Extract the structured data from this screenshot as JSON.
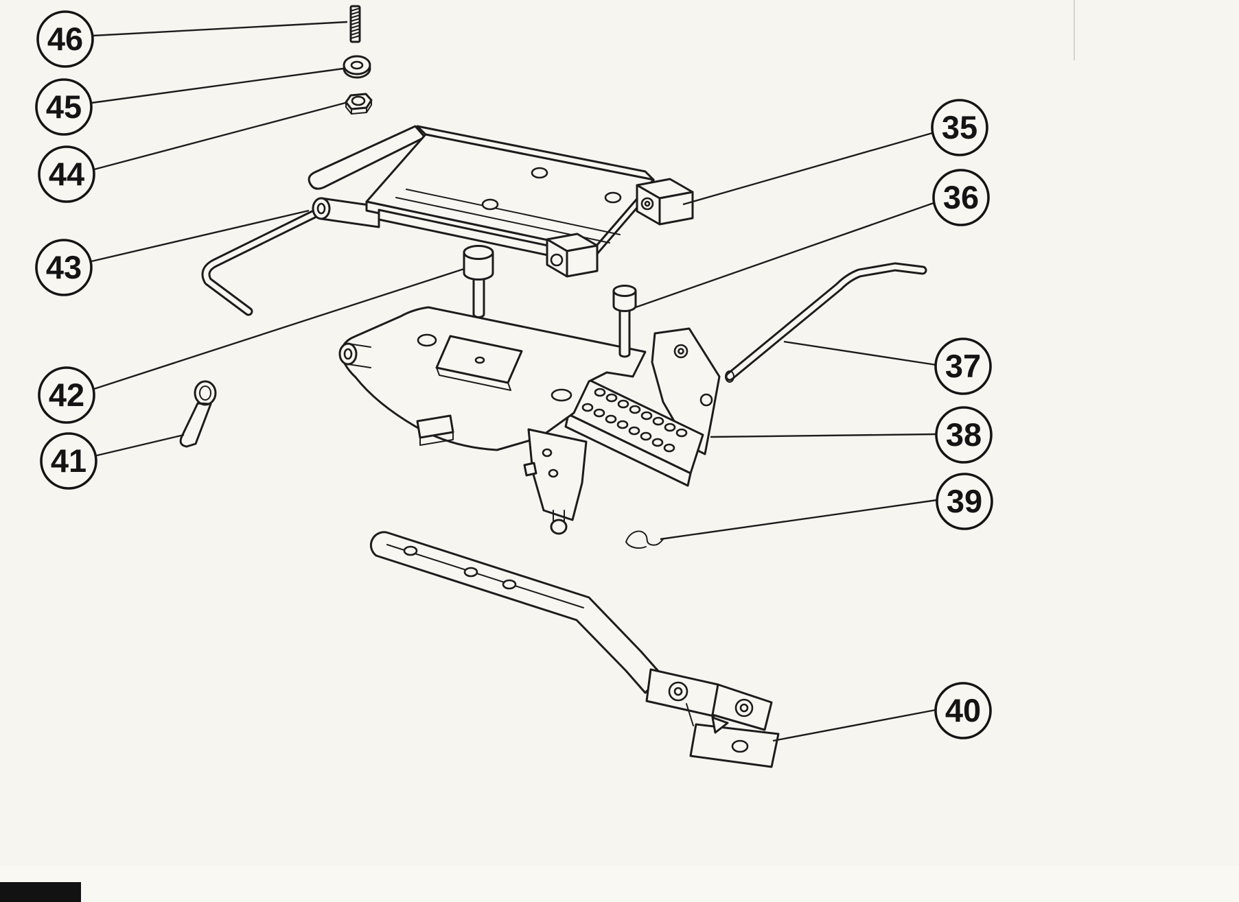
{
  "figure": {
    "background_color": "#f7f5f0",
    "line_color": "#1c1c1c",
    "callout_fill": "#f8f6f1"
  },
  "callouts": [
    {
      "label": "35"
    },
    {
      "label": "36"
    },
    {
      "label": "37"
    },
    {
      "label": "38"
    },
    {
      "label": "39"
    },
    {
      "label": "40"
    },
    {
      "label": "41"
    },
    {
      "label": "42"
    },
    {
      "label": "43"
    },
    {
      "label": "44"
    },
    {
      "label": "45"
    },
    {
      "label": "46"
    }
  ]
}
